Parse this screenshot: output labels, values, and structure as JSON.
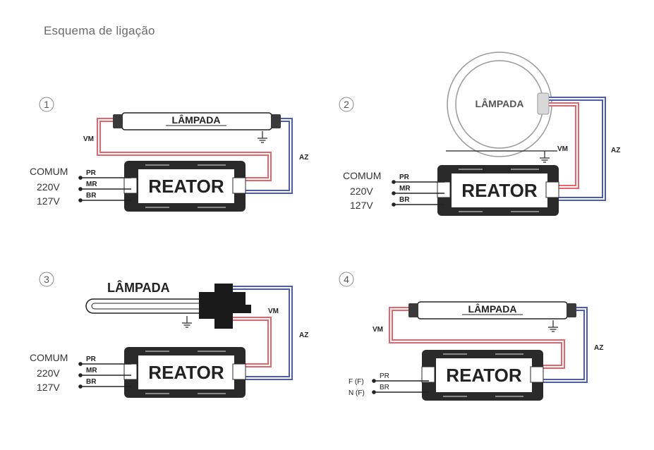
{
  "title": "Esquema de ligação",
  "colors": {
    "red": "#e8646a",
    "blue": "#4a5bbd",
    "box": "#222222"
  },
  "diagrams": [
    {
      "number": "1",
      "lamp": "LÂMPADA",
      "reator": "REATOR",
      "vm": "VM",
      "az": "AZ",
      "terminals": [
        "PR",
        "MR",
        "BR"
      ],
      "side_labels": [
        "COMUM",
        "220V",
        "127V"
      ]
    },
    {
      "number": "2",
      "lamp": "LÂMPADA",
      "reator": "REATOR",
      "vm": "VM",
      "az": "AZ",
      "terminals": [
        "PR",
        "MR",
        "BR"
      ],
      "side_labels": [
        "COMUM",
        "220V",
        "127V"
      ]
    },
    {
      "number": "3",
      "lamp": "LÂMPADA",
      "reator": "REATOR",
      "vm": "VM",
      "az": "AZ",
      "terminals": [
        "PR",
        "MR",
        "BR"
      ],
      "side_labels": [
        "COMUM",
        "220V",
        "127V"
      ]
    },
    {
      "number": "4",
      "lamp": "LÂMPADA",
      "reator": "REATOR",
      "vm": "VM",
      "az": "AZ",
      "terminals": [
        "PR",
        "BR"
      ],
      "side_labels": [
        "F (F)",
        "N (F)"
      ]
    }
  ]
}
